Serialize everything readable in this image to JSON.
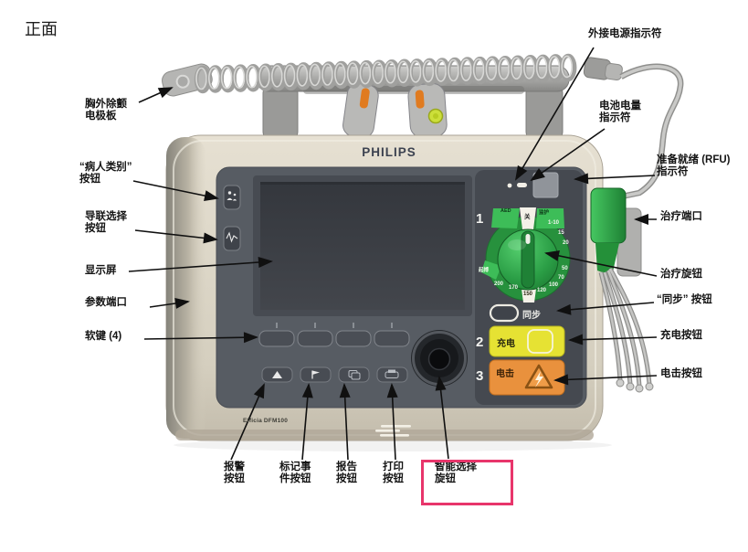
{
  "figure": {
    "title": "正面"
  },
  "device": {
    "brand": "PHILIPS",
    "model": "Efficia DFM100",
    "knob_number": "1",
    "charge_number": "2",
    "shock_number": "3",
    "charge_label": "充电",
    "shock_label": "电击",
    "sync_label": "同步",
    "knob": {
      "aed": "AED",
      "off": "关",
      "monitor": "监护",
      "pacer": "起搏",
      "energies": [
        "1-10",
        "15",
        "20",
        "50",
        "70",
        "100",
        "120",
        "150",
        "170",
        "200"
      ]
    },
    "colors": {
      "knob_green": "#2f9e44",
      "charge_yellow": "#e6e233",
      "shock_orange": "#e9913d",
      "therapy_port_green": "#2fa948",
      "highlight_box": "#e8356b"
    }
  },
  "callouts": {
    "paddles": "胸外除颤\n电极板",
    "patient_category": "“病人类别”\n按钮",
    "lead_select": "导联选择\n按钮",
    "display": "显示屏",
    "parameter_port": "参数端口",
    "softkeys": "软键 (4)",
    "ext_power": "外接电源指示符",
    "battery": "电池电量\n指示符",
    "rfu": "准备就绪 (RFU)\n指示符",
    "therapy_port": "治疗端口",
    "therapy_knob": "治疗旋钮",
    "sync_button": "“同步” 按钮",
    "charge_button": "充电按钮",
    "shock_button": "电击按钮",
    "alarm_button": "报警\n按钮",
    "mark_event_button": "标记事\n件按钮",
    "report_button": "报告\n按钮",
    "print_button": "打印\n按钮",
    "smart_select": "智能选择\n旋钮"
  }
}
